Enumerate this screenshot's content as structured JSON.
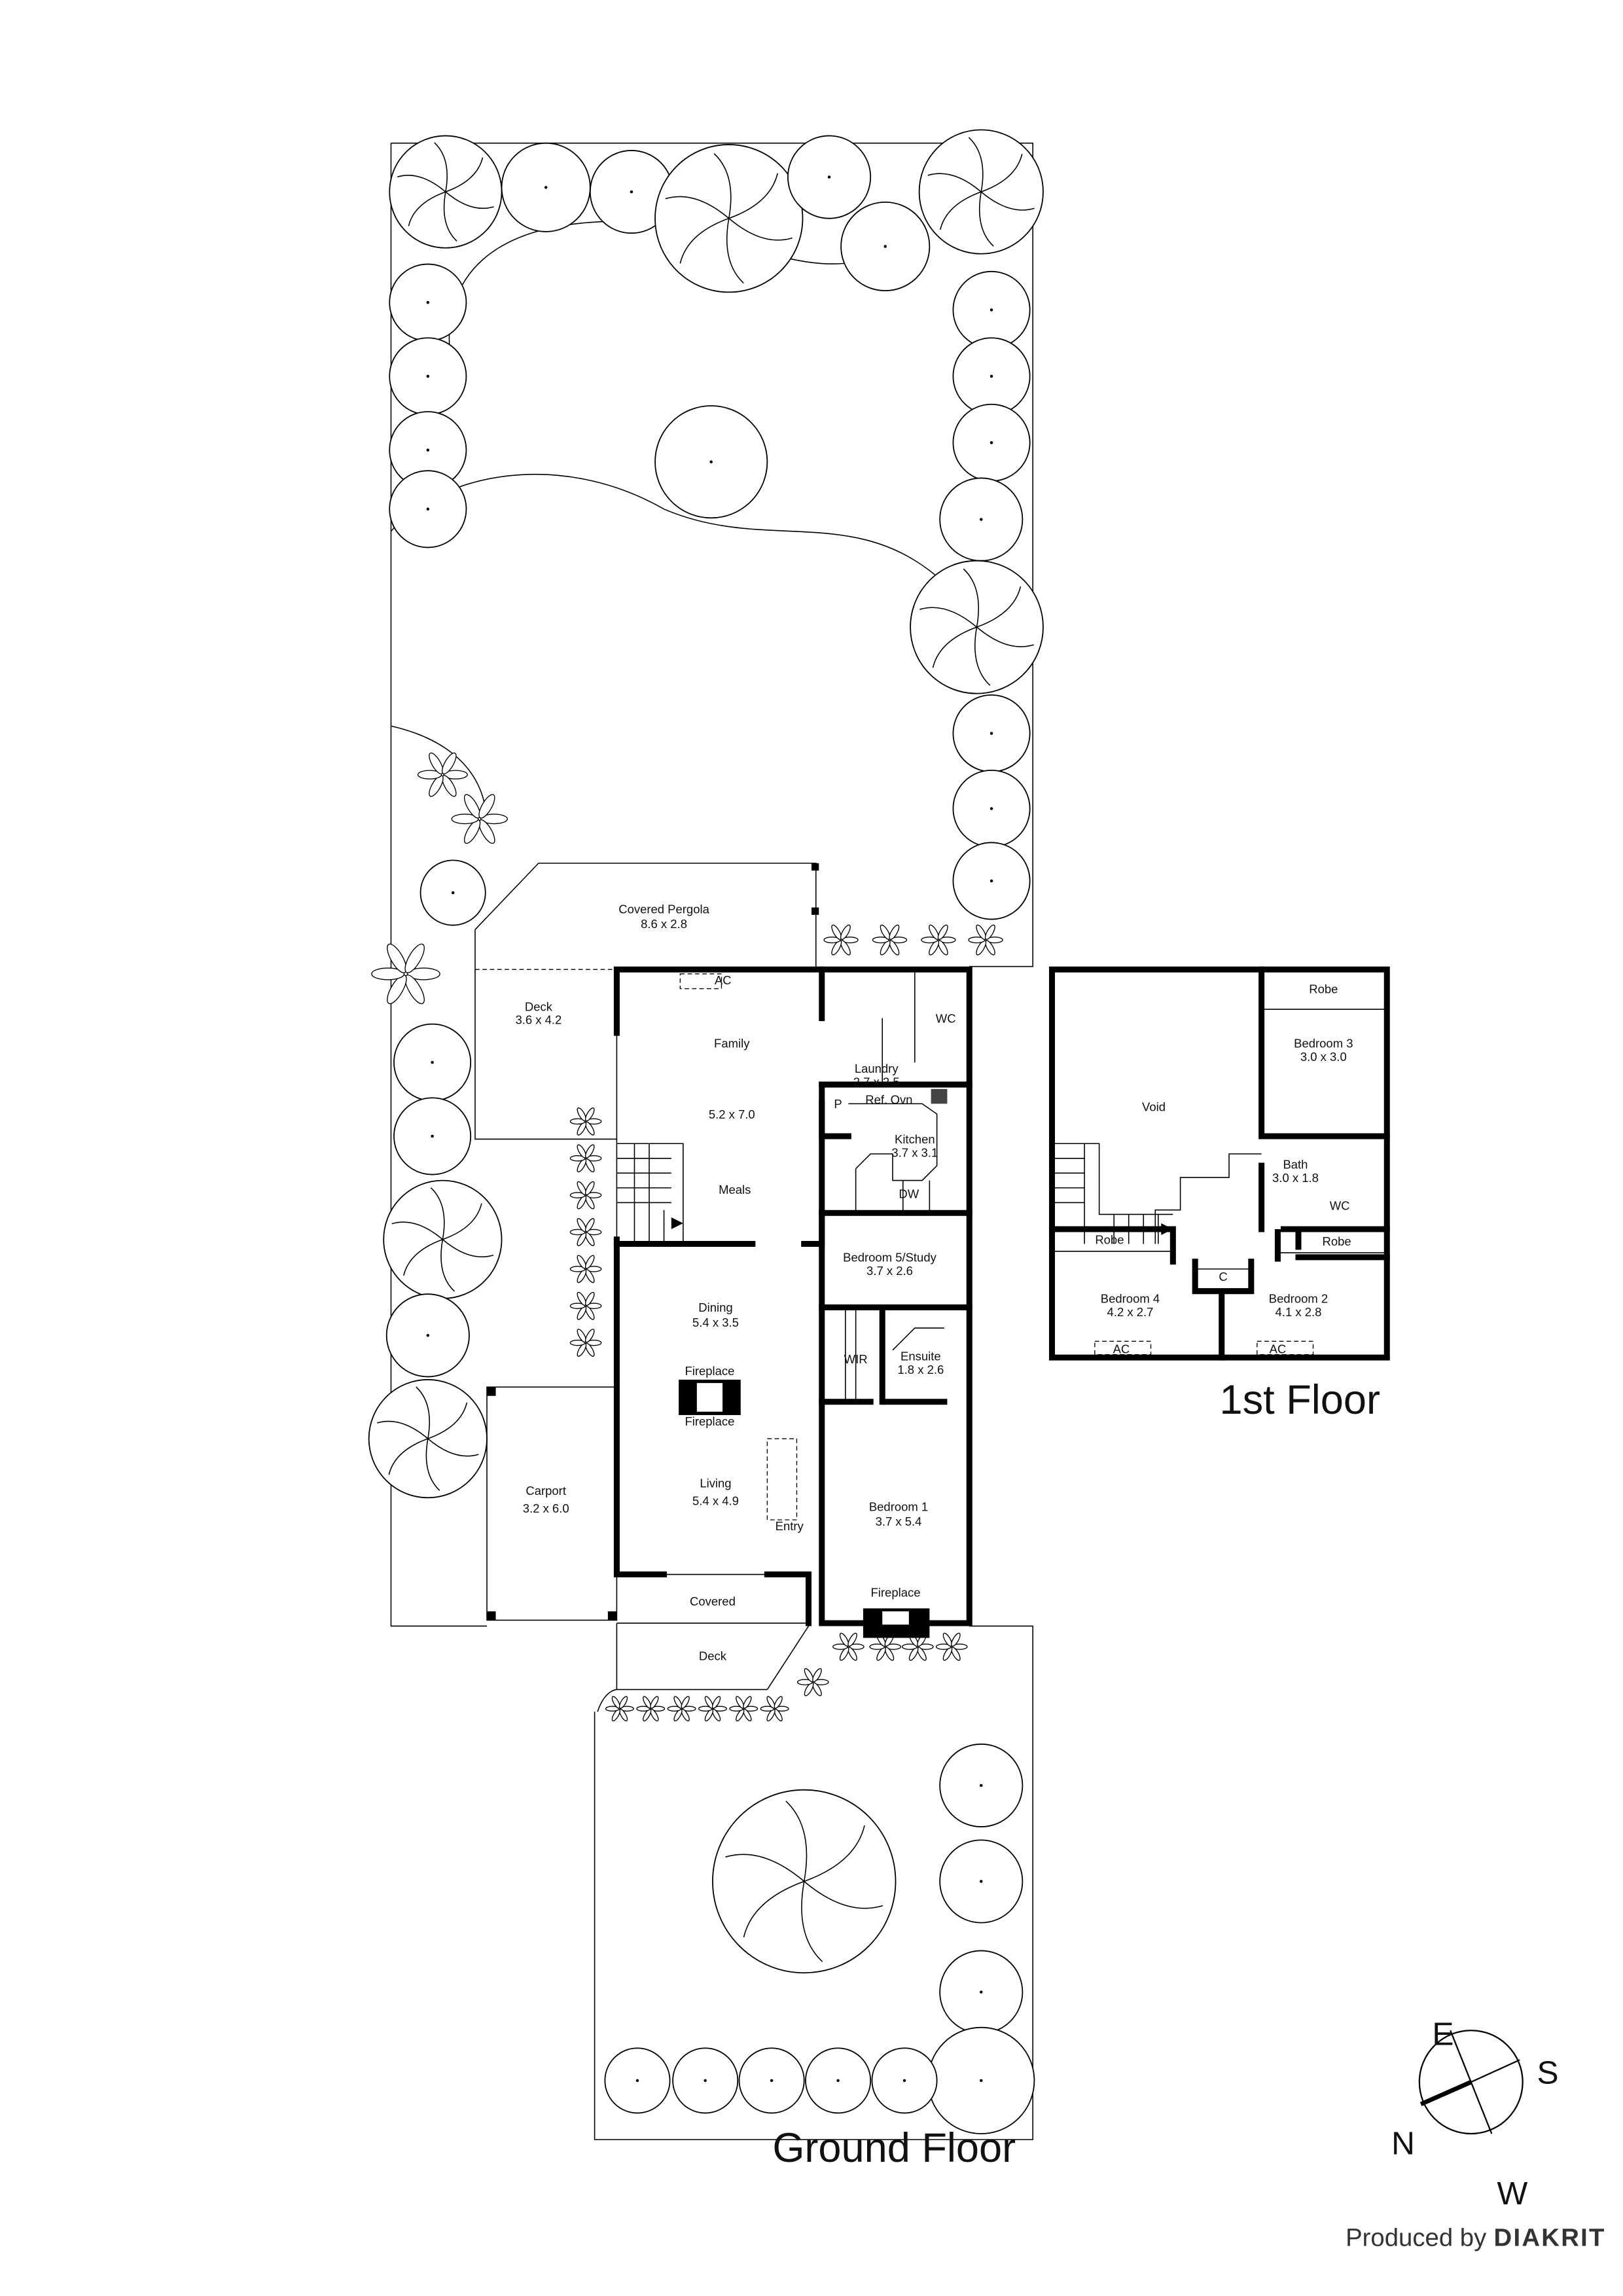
{
  "plans": {
    "ground_floor_title": "Ground Floor",
    "first_floor_title": "1st Floor"
  },
  "ground_floor": {
    "covered_pergola": {
      "name": "Covered Pergola",
      "dims": "8.6 x 2.8"
    },
    "deck_side": {
      "name": "Deck",
      "dims": "3.6 x 4.2"
    },
    "family": {
      "name": "Family",
      "dims": "5.2 x 7.0"
    },
    "meals": {
      "name": "Meals"
    },
    "ac": "AC",
    "laundry": {
      "name": "Laundry",
      "dims": "2.7 x 2.5"
    },
    "wc": "WC",
    "pantry": "P",
    "ref": "Ref.",
    "oven": "Ovn",
    "kitchen": {
      "name": "Kitchen",
      "dims": "3.7 x 3.1"
    },
    "dw": "DW",
    "bedroom5": {
      "name": "Bedroom 5/Study",
      "dims": "3.7 x 2.6"
    },
    "dining": {
      "name": "Dining",
      "dims": "5.4 x 3.5"
    },
    "fireplace_dining": "Fireplace",
    "fireplace_living": "Fireplace",
    "wir": "WIR",
    "ensuite": {
      "name": "Ensuite",
      "dims": "1.8 x 2.6"
    },
    "carport": {
      "name": "Carport",
      "dims": "3.2 x 6.0"
    },
    "living": {
      "name": "Living",
      "dims": "5.4 x 4.9"
    },
    "entry": "Entry",
    "bedroom1": {
      "name": "Bedroom 1",
      "dims": "3.7 x 5.4"
    },
    "fireplace_bed1": "Fireplace",
    "covered": "Covered",
    "deck_front": "Deck"
  },
  "first_floor": {
    "void": "Void",
    "robe3": "Robe",
    "bedroom3": {
      "name": "Bedroom 3",
      "dims": "3.0 x 3.0"
    },
    "bath": {
      "name": "Bath",
      "dims": "3.0 x 1.8"
    },
    "wc": "WC",
    "robe4": "Robe",
    "robe2": "Robe",
    "cupboard": "C",
    "bedroom4": {
      "name": "Bedroom 4",
      "dims": "4.2 x 2.7"
    },
    "bedroom2": {
      "name": "Bedroom 2",
      "dims": "4.1 x 2.8"
    },
    "ac4": "AC",
    "ac2": "AC"
  },
  "compass": {
    "e": "E",
    "s": "S",
    "n": "N",
    "w": "W",
    "north_icon": "compass-rose-icon"
  },
  "credit": {
    "prefix": "Produced by",
    "brand": "DIAKRIT"
  }
}
